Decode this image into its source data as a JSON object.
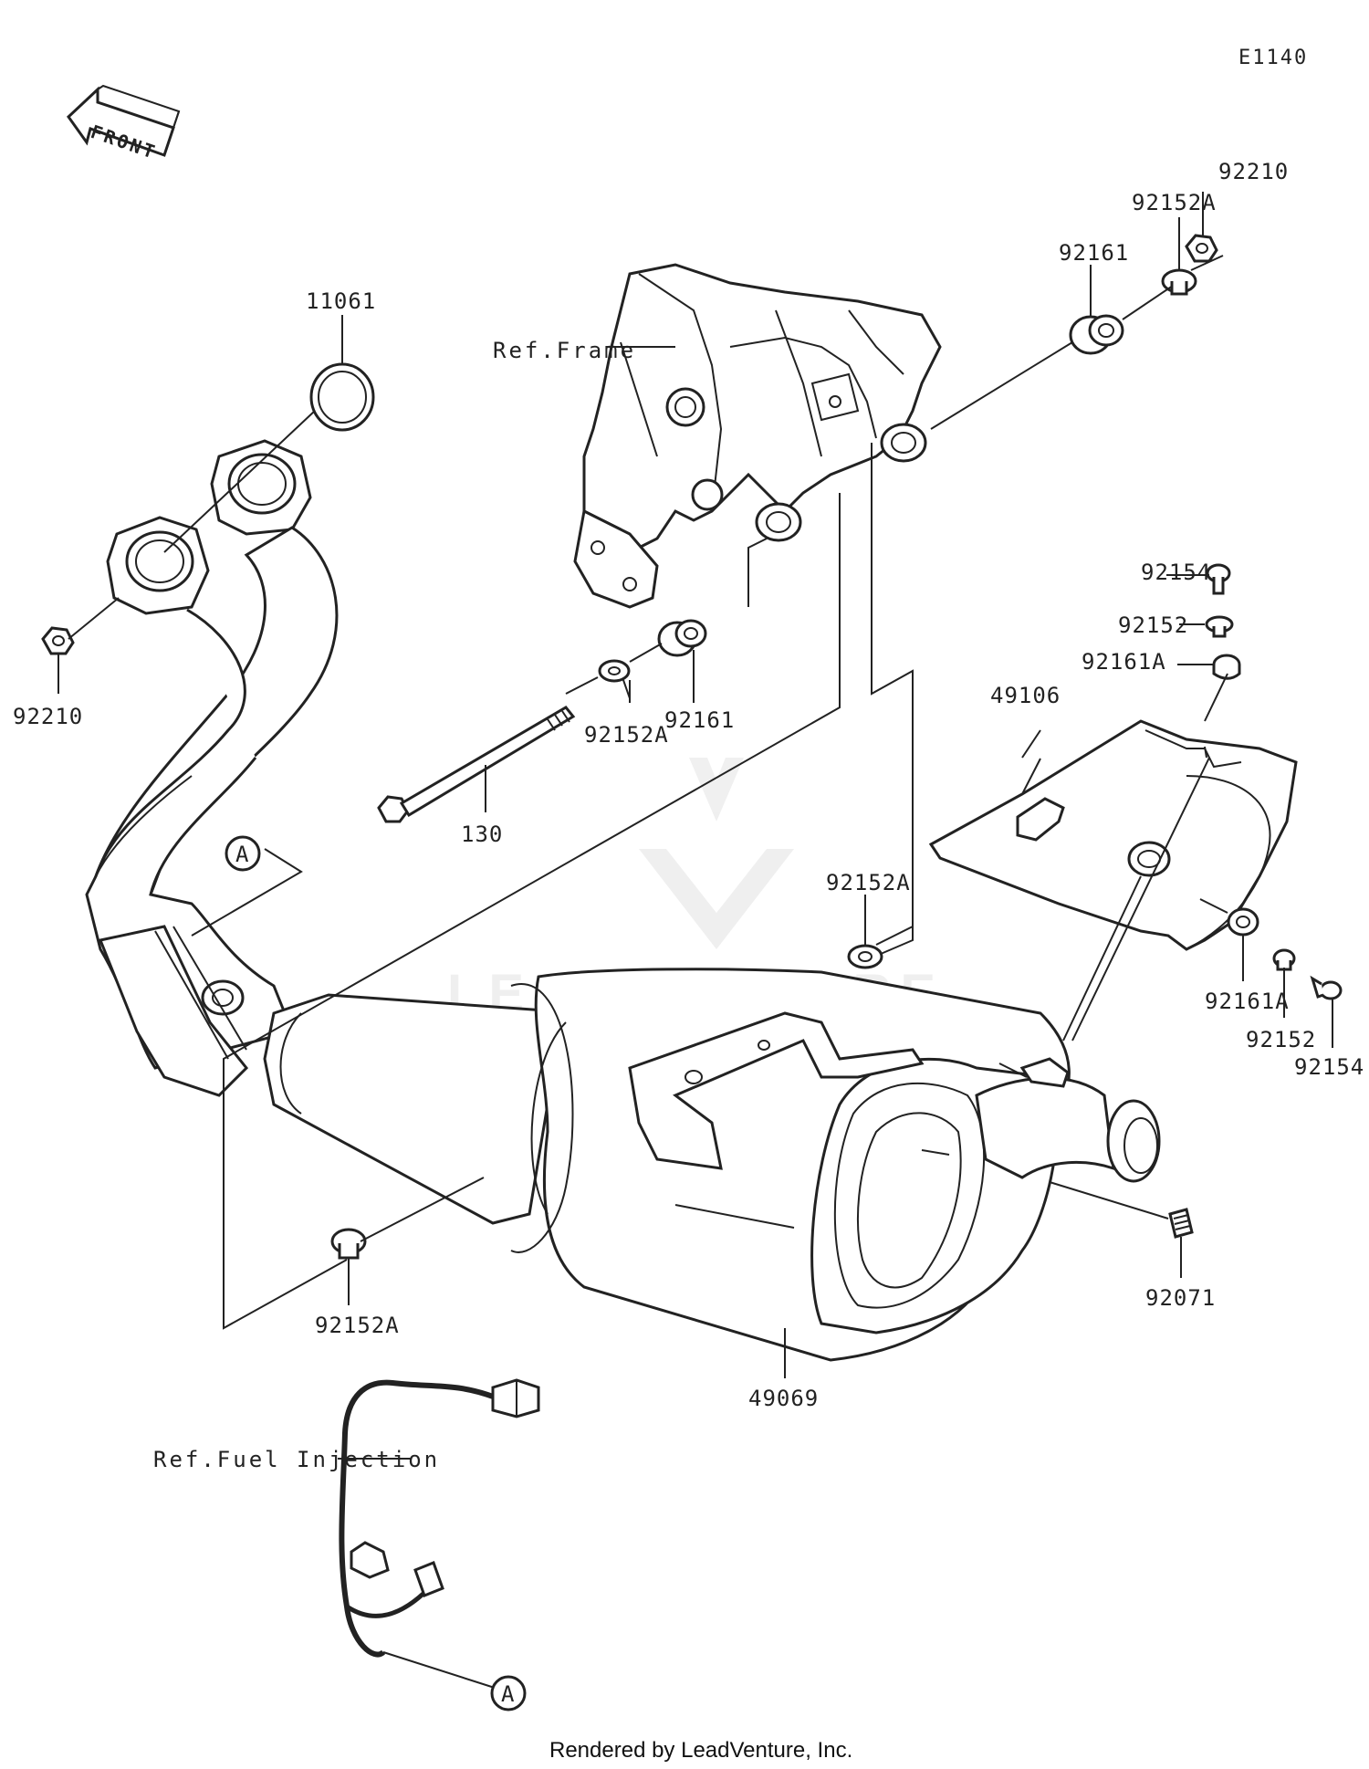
{
  "diagram_code": "E1140",
  "front_label": "FRONT",
  "refs": {
    "frame": "Ref.Frame",
    "fuel_injection": "Ref.Fuel Injection"
  },
  "connector_marks": [
    "A",
    "A"
  ],
  "labels": {
    "p11061": "11061",
    "p92210_left": "92210",
    "p92210_right": "92210",
    "p92152a_top": "92152A",
    "p92161_top": "92161",
    "p92161_mid": "92161",
    "p92152a_mid": "92152A",
    "p130": "130",
    "p92154_top": "92154",
    "p92152_top": "92152",
    "p92161a_top": "92161A",
    "p49106": "49106",
    "p92152a_right": "92152A",
    "p92161a_bottom": "92161A",
    "p92152_bottom": "92152",
    "p92154_bottom": "92154",
    "p92071": "92071",
    "p92152a_bottom": "92152A",
    "p49069": "49069"
  },
  "footer": "Rendered by LeadVenture, Inc.",
  "watermark": "LEADVENTURE"
}
